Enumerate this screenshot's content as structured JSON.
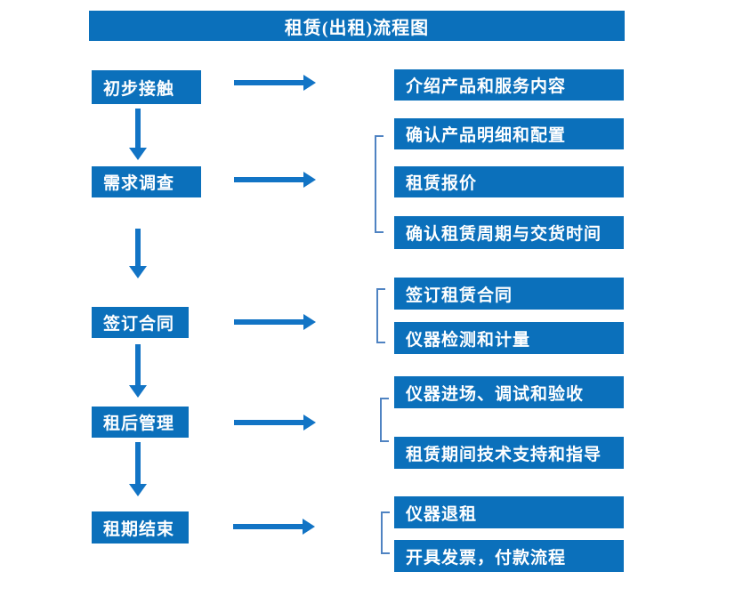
{
  "title": "租赁(出租)流程图",
  "colors": {
    "box_blue": "#0b70bb",
    "arrow_blue": "#1274c5",
    "bracket_blue": "#4f83c2",
    "text_white": "#ffffff"
  },
  "steps": [
    {
      "label": "初步接触",
      "details": [
        "介绍产品和服务内容"
      ]
    },
    {
      "label": "需求调查",
      "details": [
        "确认产品明细和配置",
        "租赁报价",
        "确认租赁周期与交货时间"
      ]
    },
    {
      "label": "签订合同",
      "details": [
        "签订租赁合同",
        "仪器检测和计量"
      ]
    },
    {
      "label": "租后管理",
      "details": [
        "仪器进场、调试和验收",
        "租赁期间技术支持和指导"
      ]
    },
    {
      "label": "租期结束",
      "details": [
        "仪器退租",
        "开具发票，付款流程"
      ]
    }
  ]
}
